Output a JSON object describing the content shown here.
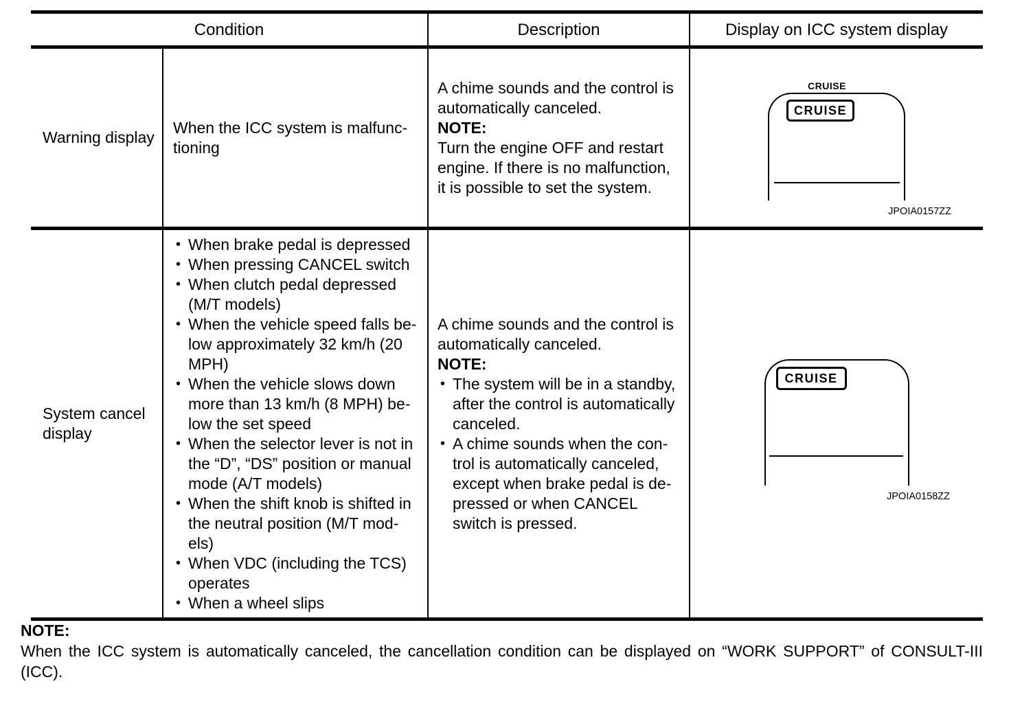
{
  "colors": {
    "ink": "#000000",
    "paper": "#ffffff"
  },
  "table": {
    "header": {
      "condition": "Condition",
      "description": "Description",
      "display": "Display on ICC system display"
    },
    "row_warning": {
      "label": "Warning display",
      "condition": "When the ICC system is malfunc-\ntioning",
      "description_intro": "A chime sounds and the control is\nautomatically canceled.",
      "note_label": "NOTE:",
      "description_note": "Turn the engine OFF and restart\nengine. If there is no malfunction,\nit is possible to set the system.",
      "figure": {
        "top_label": "CRUISE",
        "indicator_label": "CRUISE",
        "caption": "JPOIA0157ZZ"
      }
    },
    "row_cancel": {
      "label": "System cancel\ndisplay",
      "condition_bullets": [
        "When brake pedal is depressed",
        "When pressing CANCEL switch",
        "When clutch pedal depressed\n(M/T models)",
        "When the vehicle speed falls be-\nlow approximately 32 km/h (20\nMPH)",
        "When the vehicle slows down\nmore than 13 km/h (8 MPH) be-\nlow the set speed",
        "When the selector lever is not in\nthe “D”, “DS” position or manual\nmode (A/T models)",
        "When the shift knob is shifted in\nthe neutral position (M/T mod-\nels)",
        "When VDC (including the TCS)\noperates",
        "When a wheel slips"
      ],
      "description_intro": "A chime sounds and the control is\nautomatically canceled.",
      "note_label": "NOTE:",
      "description_note_bullets": [
        "The system will be in a standby,\nafter the control is automatically\ncanceled.",
        "A chime sounds when the con-\ntrol is automatically canceled,\nexcept when brake pedal is de-\npressed or when CANCEL\nswitch is pressed."
      ],
      "figure": {
        "indicator_label": "CRUISE",
        "caption": "JPOIA0158ZZ"
      }
    }
  },
  "footer": {
    "note_label": "NOTE:",
    "line1": "When the ICC system is automatically canceled, the cancellation condition can be displayed on “WORK SUPPORT” of CONSULT-III",
    "line2": "(ICC)."
  }
}
